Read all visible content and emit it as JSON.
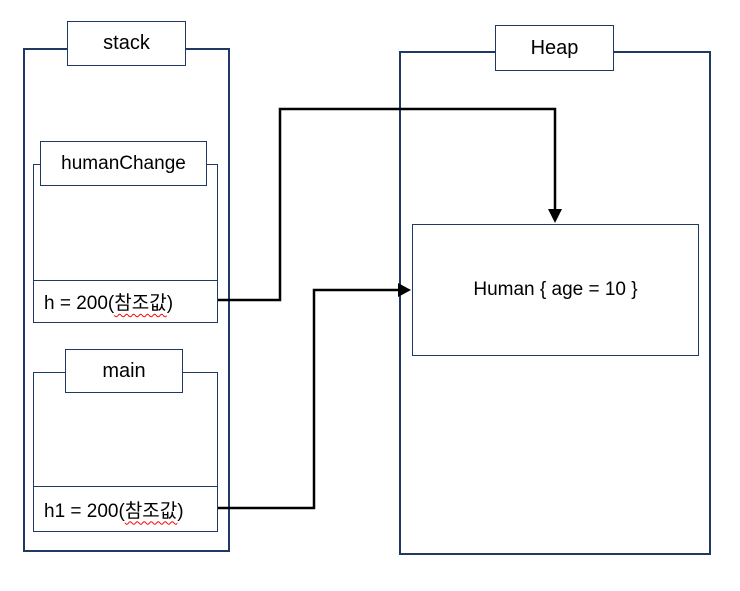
{
  "palette": {
    "box_border": "#1f3864",
    "arrow": "#000000",
    "text": "#000000",
    "spellcheck_underline": "#ff0000",
    "background": "#ffffff"
  },
  "stack": {
    "label": "stack",
    "frames": [
      {
        "label": "humanChange",
        "variable": "h",
        "value_prefix": "h = 200(",
        "value_marked": "참조값",
        "value_suffix": ")"
      },
      {
        "label": "main",
        "variable": "h1",
        "value_prefix": "h1 = 200(",
        "value_marked": "참조값",
        "value_suffix": ")"
      }
    ]
  },
  "heap": {
    "label": "Heap",
    "object_text": "Human { age = 10 }"
  }
}
